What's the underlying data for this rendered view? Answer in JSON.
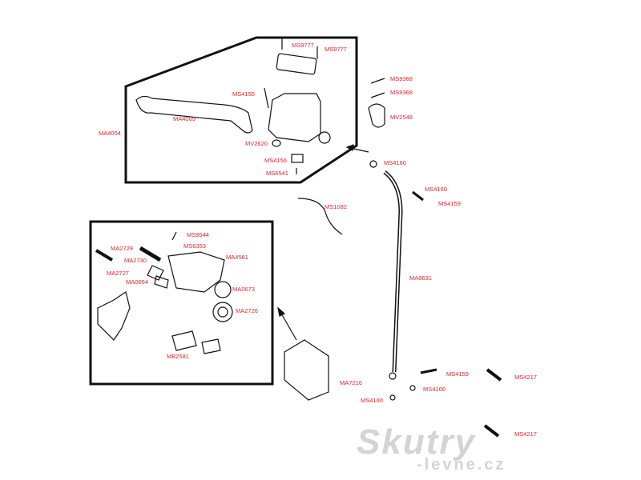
{
  "labels": {
    "ms9777_a": "MS9777",
    "ms9777_b": "MS9777",
    "ms9368_a": "MS9368",
    "ms9368_b": "MS9368",
    "mv2548": "MV2548",
    "ms4155": "MS4155",
    "ma4069": "MA4069",
    "ma4054": "MA4054",
    "mv2620": "MV2620",
    "ms4156": "MS4156",
    "ms6541": "MS6541",
    "ms4160_a": "MS4160",
    "ms4160_b": "MS4160",
    "ms4160_c": "MS4160",
    "ms4160_d": "MS4160",
    "ms4159_a": "MS4159",
    "ms4159_b": "MS4159",
    "ms1082": "MS1082",
    "ma8631": "MA8631",
    "ms9544": "MS9544",
    "ms6353": "MS6353",
    "ma2729": "MA2729",
    "ma2730": "MA2730",
    "ma4561": "MA4561",
    "ma2727": "MA2727",
    "ma0654": "MA0654",
    "ma0673": "MA0673",
    "ma2726": "MA2726",
    "mb2581": "MB2581",
    "ma7216": "MA7216",
    "ms4217_a": "MS4217",
    "ms4217_b": "MS4217"
  },
  "watermark": {
    "brand": "Skutry",
    "domain": "-levne.cz"
  },
  "colors": {
    "label": "#e0252b",
    "line": "#111111",
    "watermark": "#d4d4d4"
  }
}
